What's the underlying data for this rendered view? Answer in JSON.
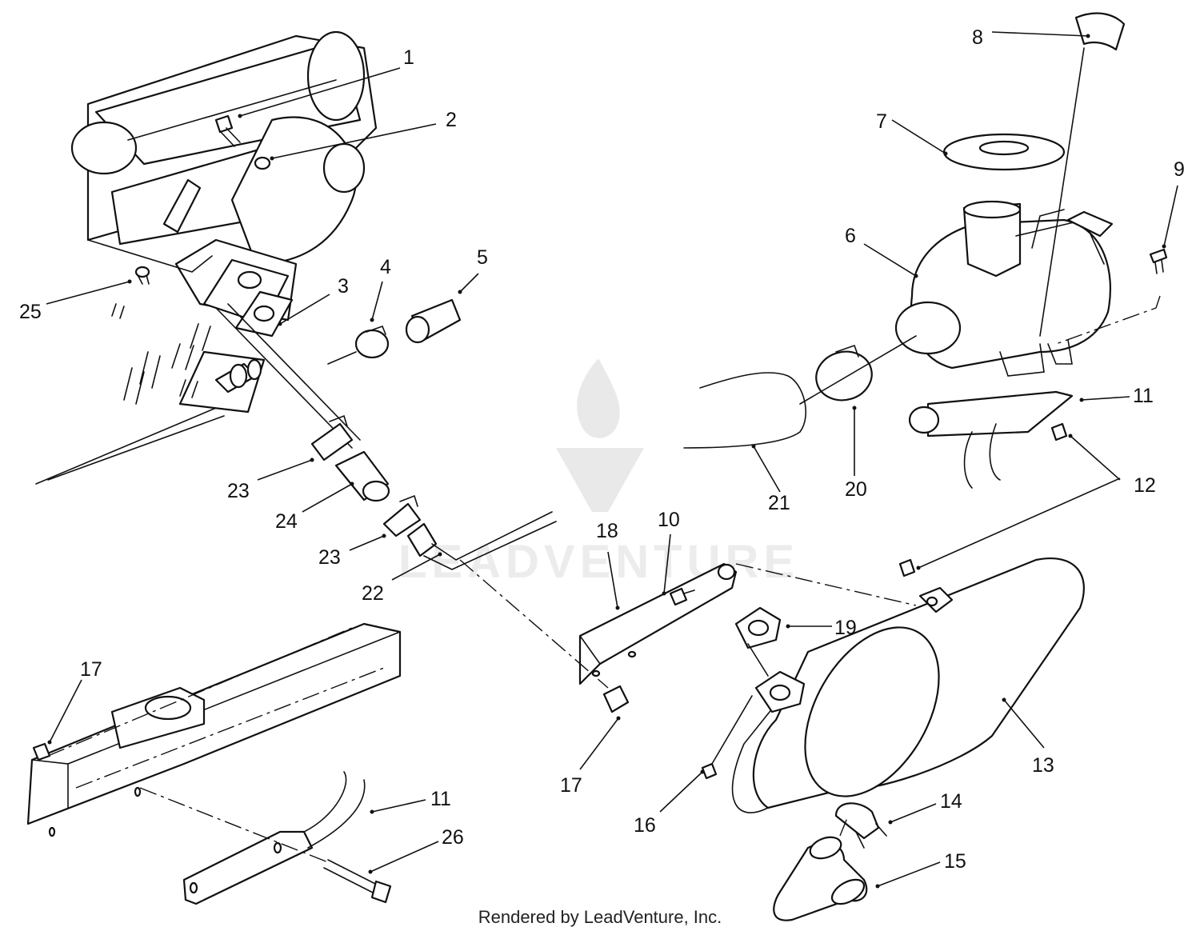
{
  "watermark_text": "LEADVENTURE",
  "footer_text": "Rendered by LeadVenture, Inc.",
  "callouts": {
    "c1": "1",
    "c2": "2",
    "c3": "3",
    "c4": "4",
    "c5": "5",
    "c6": "6",
    "c7": "7",
    "c8": "8",
    "c9": "9",
    "c10": "10",
    "c11a": "11",
    "c11b": "11",
    "c12": "12",
    "c13": "13",
    "c14": "14",
    "c15": "15",
    "c16": "16",
    "c17a": "17",
    "c17b": "17",
    "c18": "18",
    "c19": "19",
    "c20": "20",
    "c21": "21",
    "c22": "22",
    "c23a": "23",
    "c23b": "23",
    "c24": "24",
    "c25": "25",
    "c26": "26"
  }
}
